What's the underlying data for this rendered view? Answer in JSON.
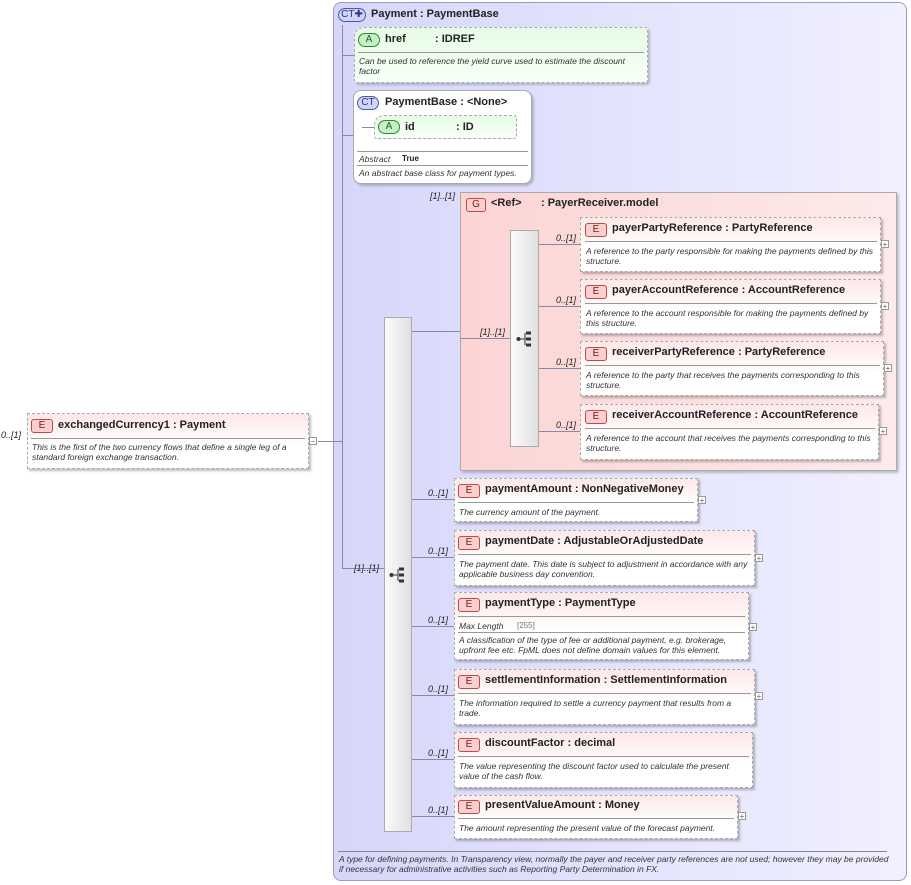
{
  "root": {
    "occurrence": "0..[1]",
    "badge": "E",
    "name": "exchangedCurrency1",
    "type": ": Payment",
    "description": "This is the first of the two currency flows that define a single leg of a standard foreign exchange transaction.",
    "toggle": "−"
  },
  "complex_type": {
    "badge": "CT",
    "name": "Payment",
    "type": ": PaymentBase",
    "description": "A type for defining payments. In Transparency view, normally the payer and receiver party references are not used; however they may be provided if necessary for administrative activities such as Reporting Party Determination in FX."
  },
  "href_attr": {
    "badge": "A",
    "name": "href",
    "type": ": IDREF",
    "description": "Can be used to reference the yield curve used to estimate the discount factor"
  },
  "payment_base": {
    "badge": "CT",
    "name": "PaymentBase",
    "type": ": <None>",
    "attr_badge": "A",
    "attr_name": "id",
    "attr_type": ": ID",
    "abstract_label": "Abstract",
    "abstract_value": "True",
    "description": "An abstract base class for payment types."
  },
  "group": {
    "occurrence": "[1]..[1]",
    "badge": "G",
    "name": "<Ref>",
    "type": ": PayerReceiver.model",
    "inner_occurrence": "[1]..[1]",
    "elements": [
      {
        "occurrence": "0..[1]",
        "badge": "E",
        "name": "payerPartyReference",
        "type": ": PartyReference",
        "description": "A reference to the party responsible for making the payments defined by this structure.",
        "toggle": "+"
      },
      {
        "occurrence": "0..[1]",
        "badge": "E",
        "name": "payerAccountReference",
        "type": ": AccountReference",
        "description": "A reference to the account responsible for making the payments defined by this structure.",
        "toggle": "+"
      },
      {
        "occurrence": "0..[1]",
        "badge": "E",
        "name": "receiverPartyReference",
        "type": ": PartyReference",
        "description": "A reference to the party that receives the payments corresponding to this structure.",
        "toggle": "+"
      },
      {
        "occurrence": "0..[1]",
        "badge": "E",
        "name": "receiverAccountReference",
        "type": ": AccountReference",
        "description": "A reference to the account that receives the payments corresponding to this structure.",
        "toggle": "+"
      }
    ]
  },
  "sequence": {
    "occurrence": "[1]..[1]",
    "elements": [
      {
        "occurrence": "0..[1]",
        "badge": "E",
        "name": "paymentAmount",
        "type": ": NonNegativeMoney",
        "description": "The currency amount of the payment.",
        "toggle": "+"
      },
      {
        "occurrence": "0..[1]",
        "badge": "E",
        "name": "paymentDate",
        "type": ": AdjustableOrAdjustedDate",
        "description": "The payment date. This date is subject to adjustment in accordance with any applicable business day convention.",
        "toggle": "+"
      },
      {
        "occurrence": "0..[1]",
        "badge": "E",
        "name": "paymentType",
        "type": ": PaymentType",
        "facet_label": "Max Length",
        "facet_value": "[255]",
        "description": "A classification of the type of fee or additional payment, e.g. brokerage, upfront fee etc. FpML does not define domain values for this element.",
        "toggle": "+"
      },
      {
        "occurrence": "0..[1]",
        "badge": "E",
        "name": "settlementInformation",
        "type": ": SettlementInformation",
        "description": "The information required to settle a currency payment that results from a trade.",
        "toggle": "+"
      },
      {
        "occurrence": "0..[1]",
        "badge": "E",
        "name": "discountFactor",
        "type": ": decimal",
        "description": "The value representing the discount factor used to calculate the present value of the cash flow."
      },
      {
        "occurrence": "0..[1]",
        "badge": "E",
        "name": "presentValueAmount",
        "type": ": Money",
        "description": "The amount representing the present value of the forecast payment.",
        "toggle": "+"
      }
    ]
  },
  "colors": {
    "complex_type_bg": "#e6e6fc",
    "group_bg": "#fde0e0",
    "element_fill": "#fde8e8",
    "attribute_fill": "#e8fde8",
    "connector": "#8888aa"
  }
}
